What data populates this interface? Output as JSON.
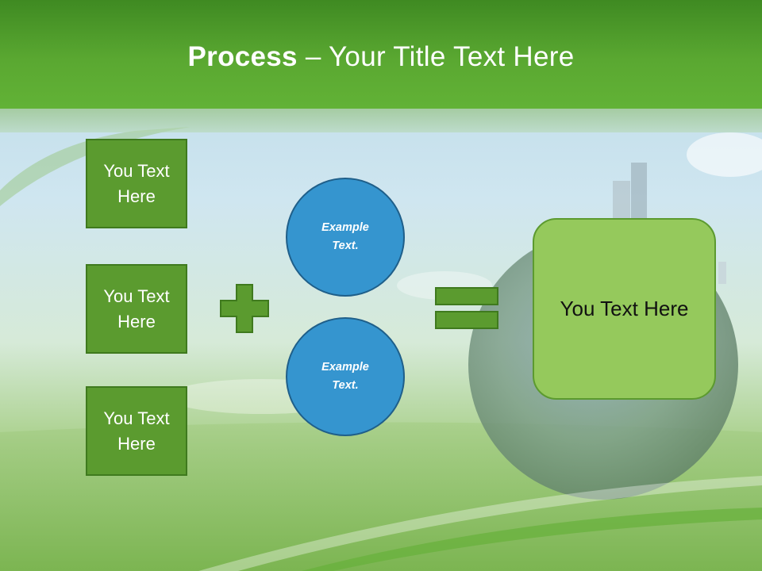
{
  "slide": {
    "title_bold": "Process",
    "title_rest": " – Your Title Text Here"
  },
  "inputs": [
    {
      "label": "You Text Here"
    },
    {
      "label": "You Text Here"
    },
    {
      "label": "You Text Here"
    }
  ],
  "circles": [
    {
      "label": "Example Text."
    },
    {
      "label": "Example Text."
    }
  ],
  "result": {
    "label": "You Text Here"
  },
  "colors": {
    "header_green": "#5aa831",
    "box_green": "#5b9b2f",
    "circle_blue": "#3595cf",
    "result_green": "#95c95c"
  },
  "icons": [
    "plus-icon",
    "equals-icon"
  ]
}
